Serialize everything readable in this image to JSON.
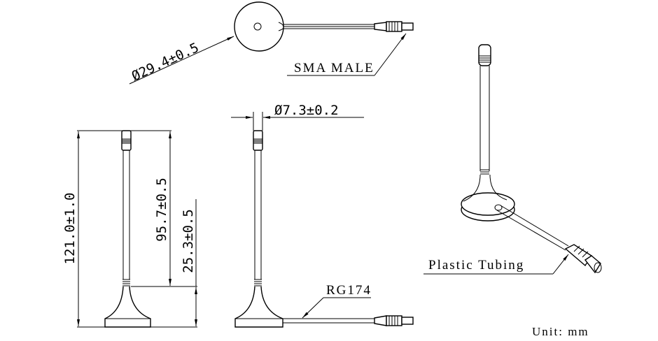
{
  "labels": {
    "base_diameter": "Ø29.4±0.5",
    "connector": "SMA MALE",
    "whip_diameter": "Ø7.3±0.2",
    "total_height": "121.0±1.0",
    "whip_height": "95.7±0.5",
    "base_height": "25.3±0.5",
    "cable": "RG174",
    "tubing": "Plastic Tubing",
    "unit": "Unit:  mm"
  }
}
